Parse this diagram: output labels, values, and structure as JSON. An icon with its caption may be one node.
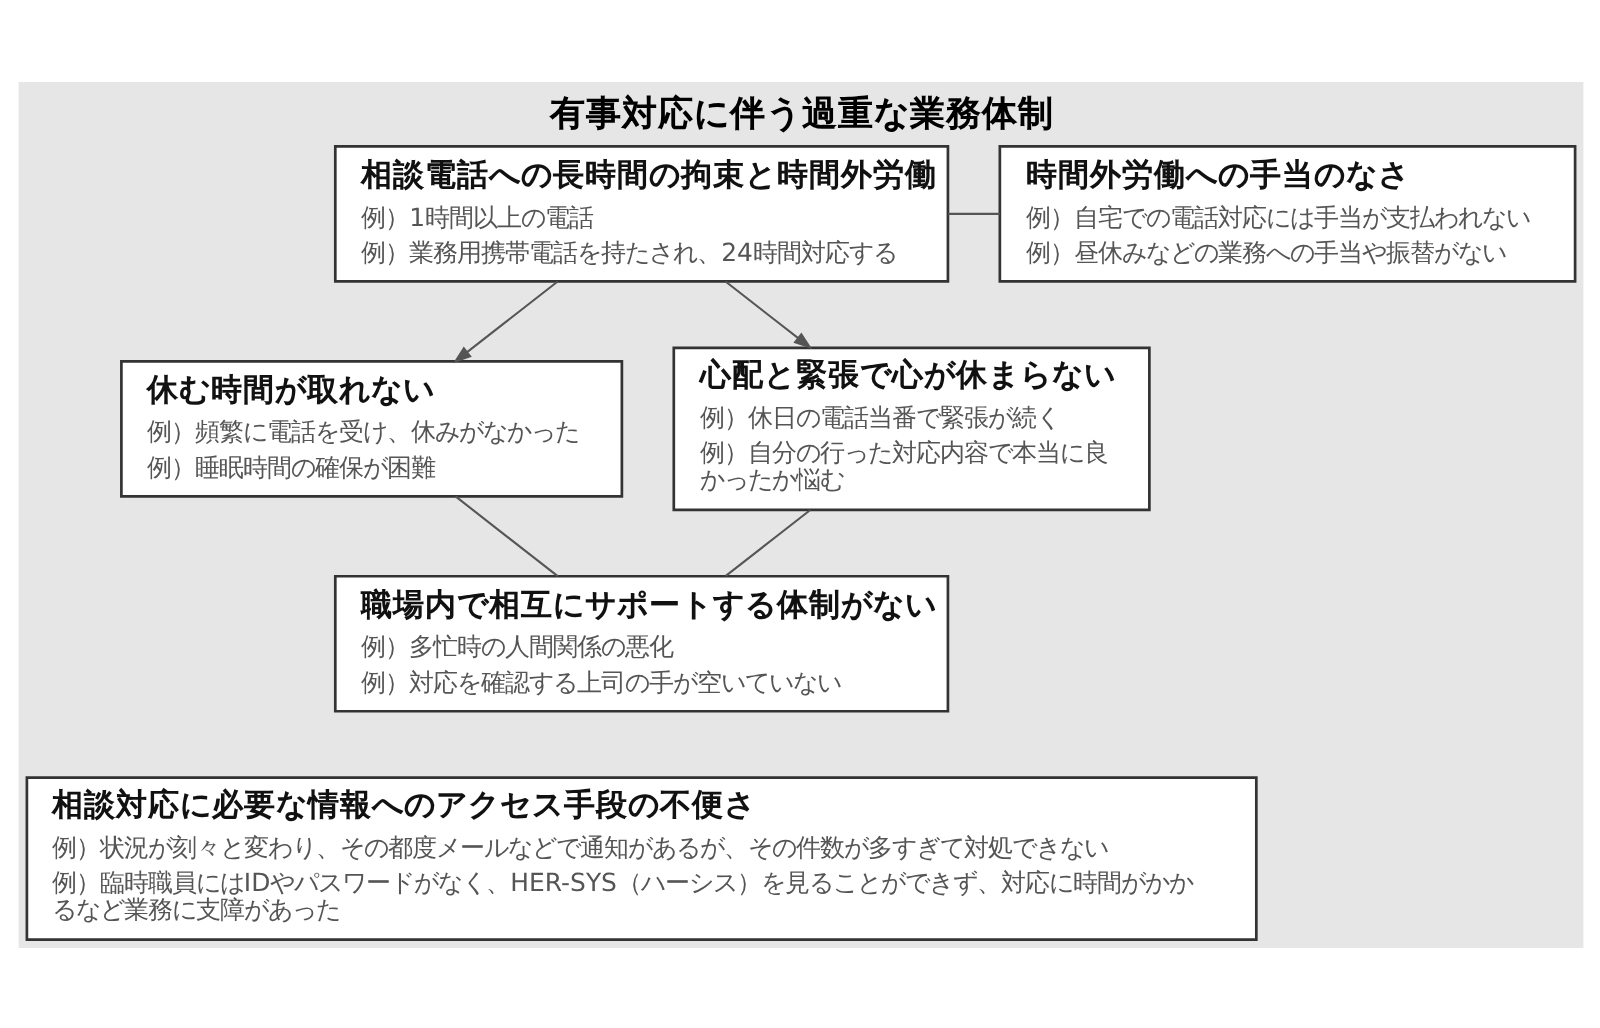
{
  "diagram": {
    "title": "有事対応に伴う過重な業務体制",
    "nodes": [
      {
        "text": [
          "相談電話への長時間の拘束と時間外労働",
          "例）1時間以上の電話",
          "例）業務用携帯電話を持たされ、24時間対応する"
        ]
      },
      {
        "text": [
          "時間外労働への手当のなさ",
          "例）自宅での電話対応には手当が支払われない",
          "例）昼休みなどの業務への手当や振替がない"
        ]
      },
      {
        "text": [
          "休む時間が取れない",
          "例）頻繁に電話を受け、休みがなかった",
          "例）睡眠時間の確保が困難"
        ]
      },
      {
        "text": [
          "心配と緊張で心が休まらない",
          "例）休日の電話当番で緊張が続く",
          "例）自分の行った対応内容で本当に良かったか悩む"
        ]
      },
      {
        "text": [
          "職場内で相互にサポートする体制がない",
          "例）多忙時の人間関係の悪化",
          "例）対応を確認する上司の手が空いていない"
        ]
      },
      {
        "text": [
          "相談対応に必要な情報へのアクセス手段の不便さ",
          "例）状況が刻々と変わり、その都度メールなどで通知があるが、その件数が多すぎて対処できない",
          "例）臨時職員にはIDやパスワードがなく、HER-SYS（ハーシス）を見ることができず、対応に時間がかかるなど業務に支障があった"
        ]
      }
    ],
    "edges": [
      {
        "from": 0,
        "to": 1,
        "arrow": "none"
      },
      {
        "from": 0,
        "to": 2,
        "arrow": "to"
      },
      {
        "from": 0,
        "to": 3,
        "arrow": "to"
      },
      {
        "from": 2,
        "to": 4,
        "arrow": "none"
      },
      {
        "from": 3,
        "to": 4,
        "arrow": "none"
      }
    ]
  }
}
